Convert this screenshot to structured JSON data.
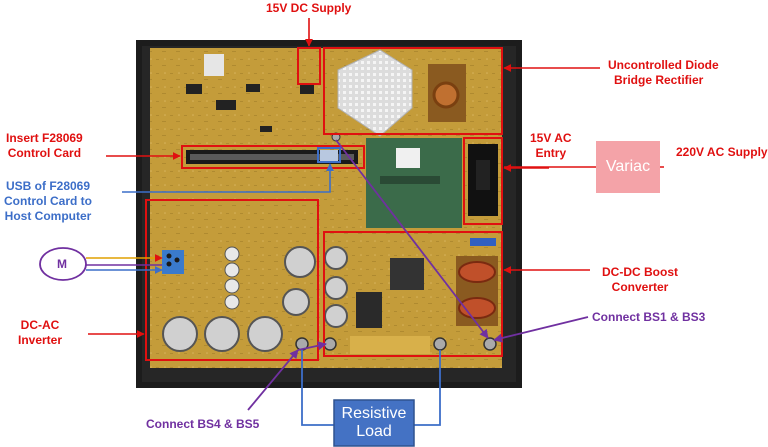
{
  "labels": {
    "dc_supply_15v": "15V DC Supply",
    "uncontrolled_rectifier_line1": "Uncontrolled Diode",
    "uncontrolled_rectifier_line2": "Bridge Rectifier",
    "insert_card_line1": "Insert F28069",
    "insert_card_line2": "Control Card",
    "usb_line1": "USB of F28069",
    "usb_line2": "Control Card to",
    "usb_line3": "Host Computer",
    "motor": "M",
    "dc_ac_line1": "DC-AC",
    "dc_ac_line2": "Inverter",
    "ac_entry_line1": "15V AC",
    "ac_entry_line2": "Entry",
    "variac": "Variac",
    "ac_supply": "220V AC Supply",
    "boost_line1": "DC-DC Boost",
    "boost_line2": "Converter",
    "connect_bs1_bs3": "Connect BS1 & BS3",
    "connect_bs4_bs5": "Connect BS4 & BS5",
    "resistive_load_line1": "Resistive",
    "resistive_load_line2": "Load"
  },
  "colors": {
    "annotation_red": "#e01010",
    "annotation_blue": "#3c6ec8",
    "annotation_purple": "#7030a0",
    "variac_fill": "#f4a3a8",
    "load_fill": "#4472c4",
    "pcb": "#c8a03c",
    "enclosure": "#1a1a1a"
  }
}
